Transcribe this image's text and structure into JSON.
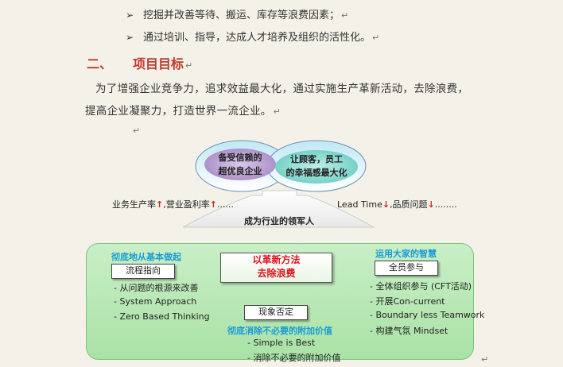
{
  "bullets": [
    {
      "symbol": "➢",
      "text": "挖掘并改善等待、搬运、库存等浪费因素；"
    },
    {
      "symbol": "➢",
      "text": "通过培训、指导，达成人才培养及组织的活性化。"
    }
  ],
  "section": {
    "number": "二、",
    "title": "项目目标"
  },
  "paragraph": {
    "line1": "为了增强企业竞争力，追求效益最大化，通过实施生产革新活动，去除浪费，",
    "line2": "提高企业凝聚力，打造世界一流企业。"
  },
  "diagram": {
    "ellipse_left": {
      "line1": "备受信赖的",
      "line2": "超优良企业"
    },
    "ellipse_right": {
      "line1": "让顾客，员工",
      "line2": "的幸福感最大化"
    },
    "left_metric": {
      "text": "业务生产率",
      "mid": ",营业盈利率",
      "tail": "......"
    },
    "right_metric": {
      "text": "Lead Time",
      "mid": ",品质问题",
      "tail": "........"
    },
    "up_arrow_symbol": "↑",
    "down_arrow_symbol": "↓",
    "leader_label": "成为行业的领军人",
    "center_box": {
      "line1": "以革新方法",
      "line2": "去除浪费"
    },
    "left_section": {
      "label": "彻底地从基本做起",
      "box": "流程指向",
      "items": [
        "- 从问题的根源来改善",
        "- System Approach",
        "- Zero Based Thinking"
      ]
    },
    "right_section": {
      "label": "运用大家的智慧",
      "box": "全员参与",
      "items": [
        "- 全体组织参与 (CFT活动)",
        "- 开展Con-current",
        "- Boundary less Teamwork",
        "- 构建气氛 Mindset"
      ]
    },
    "bottom_section": {
      "box": "现象否定",
      "label": "彻底消除不必要的附加价值",
      "items": [
        "- Simple is Best",
        "- 消除不必要的附加价值"
      ]
    }
  },
  "para_mark": "↵"
}
